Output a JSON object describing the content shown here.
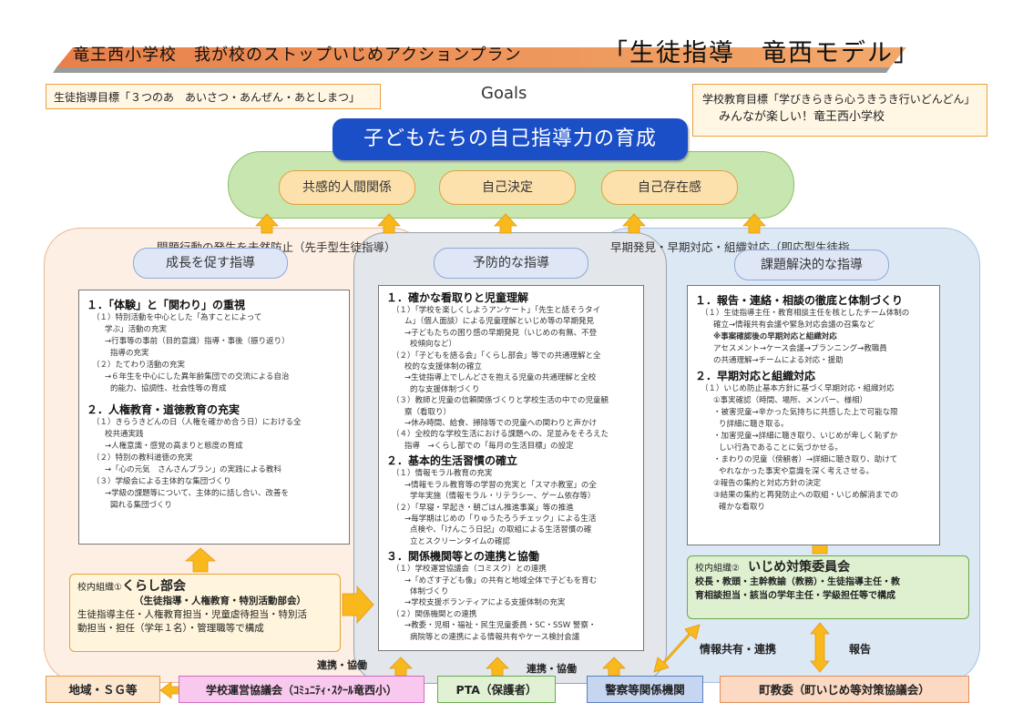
{
  "header": {
    "title": "竜王西小学校　我が校のストップいじめアクションプラン",
    "model_name": "「生徒指導　竜西モデル」"
  },
  "goals": {
    "left_goal": "生徒指導目標「３つのあ　あいさつ・あんぜん・あとしまつ」",
    "label": "Goals",
    "right_goal_line1": "学校教育目標「学びきらきら心うきうき行いどんどん」",
    "right_goal_line2": "みんなが楽しい！竜王西小学校",
    "main": "子どもたちの自己指導力の育成",
    "pillars": [
      "共感的人間関係",
      "自己決定",
      "自己存在感"
    ]
  },
  "bands": {
    "left": "問題行動の発生を未然防止（先手型生徒指導）",
    "right": "早期発見・早期対応・組織対応（即応型生徒指"
  },
  "sections": {
    "left": {
      "label": "成長を促す指導",
      "lines": [
        {
          "t": "１．「体験」と「関わり」の重視",
          "c": "h"
        },
        {
          "t": "（１）特別活動を中心とした「為すことによって",
          "c": "i1"
        },
        {
          "t": "学ぶ」活動の充実",
          "c": "i2"
        },
        {
          "t": "→行事等の事前（目的意識）指導・事後（振り返り）",
          "c": "i2"
        },
        {
          "t": "指導の充実",
          "c": "i3"
        },
        {
          "t": "（２）たてわり活動の充実",
          "c": "i1"
        },
        {
          "t": "→６年生を中心にした異年齢集団での交流による自治",
          "c": "i2"
        },
        {
          "t": "的能力、協調性、社会性等の育成",
          "c": "i3"
        },
        {
          "t": "",
          "c": "sp"
        },
        {
          "t": "２．人権教育・道徳教育の充実",
          "c": "h"
        },
        {
          "t": "（１）きらうきどんの日（人権を確かめ合う日）における全",
          "c": "i1"
        },
        {
          "t": "校共通実践",
          "c": "i2"
        },
        {
          "t": "→人権意識・感覚の高まりと態度の育成",
          "c": "i2"
        },
        {
          "t": "（２）特別の教科道徳の充実",
          "c": "i1"
        },
        {
          "t": "→「心の元気　さんさんプラン」の実践による教科",
          "c": "i2"
        },
        {
          "t": "（３）学級会による主体的な集団づくり",
          "c": "i1"
        },
        {
          "t": "→学級の課題等について、主体的に話し合い、改善を",
          "c": "i2"
        },
        {
          "t": "図れる集団づくり",
          "c": "i3"
        }
      ]
    },
    "middle": {
      "label": "予防的な指導",
      "lines": [
        {
          "t": "１．確かな看取りと児童理解",
          "c": "h"
        },
        {
          "t": "（１）「学校を楽しくしようアンケート」「先生と話そうタイ",
          "c": "i1"
        },
        {
          "t": "ム」（個人面談）による児童理解といじめ等の早期発見",
          "c": "i2"
        },
        {
          "t": "→子どもたちの困り感の早期発見（いじめの有無、不登",
          "c": "i2"
        },
        {
          "t": "校傾向など）",
          "c": "i3"
        },
        {
          "t": "（２）「子どもを語る会」「くらし部会」等での共通理解と全",
          "c": "i1"
        },
        {
          "t": "校的な支援体制の確立",
          "c": "i2"
        },
        {
          "t": "→生徒指導上でしんどさを抱える児童の共通理解と全校",
          "c": "i2"
        },
        {
          "t": "的な支援体制づくり",
          "c": "i3"
        },
        {
          "t": "（３）教師と児童の信頼関係づくりと学校生活の中での児童観",
          "c": "i1"
        },
        {
          "t": "察（看取り）",
          "c": "i2"
        },
        {
          "t": "→休み時間、給食、掃除等での児童への関わりと声かけ",
          "c": "i2"
        },
        {
          "t": "（４）全校的な学校生活における課題への、足並みをそろえた",
          "c": "i1"
        },
        {
          "t": "指導　→くらし部での「毎月の生活目標」の設定",
          "c": "i2"
        },
        {
          "t": "２．基本的生活習慣の確立",
          "c": "h"
        },
        {
          "t": "（１）情報モラル教育の充実",
          "c": "i1"
        },
        {
          "t": "→情報モラル教育等の学習の充実と「スマホ教室」の全",
          "c": "i2"
        },
        {
          "t": "学年実施（情報モラル・リテラシー、ゲーム依存等）",
          "c": "i3"
        },
        {
          "t": "（２）「早寝・早起き・朝ごはん推進事業」等の推進",
          "c": "i1"
        },
        {
          "t": "→毎学期はじめの「りゅうたろうチェック」による生活",
          "c": "i2"
        },
        {
          "t": "点検や、「けんこう日記」の取組による生活習慣の確",
          "c": "i3"
        },
        {
          "t": "立とスクリーンタイムの確認",
          "c": "i3"
        },
        {
          "t": "３．関係機関等との連携と協働",
          "c": "h"
        },
        {
          "t": "（１）学校運営協議会（コミスク）との連携",
          "c": "i1"
        },
        {
          "t": "→「めざす子ども像」の共有と地域全体で子どもを育む",
          "c": "i2"
        },
        {
          "t": "体制づくり",
          "c": "i3"
        },
        {
          "t": "→学校支援ボランティアによる支援体制の充実",
          "c": "i2"
        },
        {
          "t": "（２）関係機関との連携",
          "c": "i1"
        },
        {
          "t": "→教委・児相・福祉・民生児童委員・SC・SSW 警察・",
          "c": "i2"
        },
        {
          "t": "病院等との連携による情報共有やケース検討会議",
          "c": "i3"
        }
      ]
    },
    "right": {
      "label": "課題解決的な指導",
      "lines": [
        {
          "t": "１．報告・連絡・相談の徹底と体制づくり",
          "c": "h"
        },
        {
          "t": "（１）生徒指導主任・教育相談主任を核としたチーム体制の",
          "c": "i1"
        },
        {
          "t": "確立→情報共有会議や緊急対応会議の召集など",
          "c": "i2"
        },
        {
          "t": "※事案確認後の早期対応と組織対応",
          "c": "i2 b"
        },
        {
          "t": "アセスメント→ケース会議→プランニング→教職員",
          "c": "i2"
        },
        {
          "t": "の共通理解→チームによる対応・援助",
          "c": "i2"
        },
        {
          "t": "２．早期対応と組織対応",
          "c": "h"
        },
        {
          "t": "（１）いじめ防止基本方針に基づく早期対応・組織対応",
          "c": "i1"
        },
        {
          "t": "①事実確認（時間、場所、メンバー、様相）",
          "c": "i2"
        },
        {
          "t": "・被害児童→辛かった気持ちに共感した上で可能な限",
          "c": "i2"
        },
        {
          "t": "り詳細に聴き取る。",
          "c": "i3"
        },
        {
          "t": "・加害児童→詳細に聴き取り、いじめが卑しく恥ずか",
          "c": "i2"
        },
        {
          "t": "しい行為であることに気づかせる。",
          "c": "i3"
        },
        {
          "t": "・まわりの児童（傍観者）→詳細に聴き取り、助けて",
          "c": "i2"
        },
        {
          "t": "やれなかった事実や意識を深く考えさせる。",
          "c": "i3"
        },
        {
          "t": "②報告の集約と対応方針の決定",
          "c": "i2"
        },
        {
          "t": "③結果の集約と再発防止への取組・いじめ解消までの",
          "c": "i2"
        },
        {
          "t": "確かな看取り",
          "c": "i3"
        }
      ]
    }
  },
  "org_left": {
    "prefix": "校内組織①",
    "name": "くらし部会",
    "sub": "（生徒指導・人権教育・特別活動部会）",
    "members_line1": "生徒指導主任・人権教育担当・児童虐待担当・特別活",
    "members_line2": "動担当・担任（学年１名）・管理職等で構成"
  },
  "org_right": {
    "prefix": "校内組織②",
    "name": "いじめ対策委員会",
    "members_line1": "校長・教頭・主幹教諭（教務）・生徒指導主任・教",
    "members_line2": "育相談担当・該当の学年主任・学級担任等で構成"
  },
  "connectors": {
    "info_share": "情報共有・連携",
    "report": "報告",
    "coop1": "連携・協働",
    "coop2": "連携・協働"
  },
  "bottom": {
    "community": "地域・ＳＧ等",
    "council": "学校運営協議会（ｺﾐｭﾆﾃｨ･ｽｸｰﾙ竜西小）",
    "pta": "PTA（保護者）",
    "police": "警察等関係機関",
    "board": "町教委（町いじめ等対策協議会）"
  },
  "colors": {
    "main_goal": "#1a4fc8",
    "pillar_fill": "#fde1ad",
    "oval_green": "#c8e6b0",
    "arrow_orange": "#f9b81c",
    "left_region": "#fdefe4",
    "right_region": "#dde8f5",
    "mid_region": "#e3e6ea"
  }
}
